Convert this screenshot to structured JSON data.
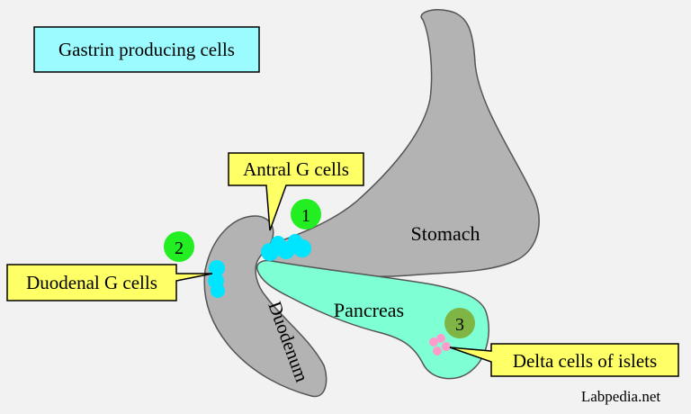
{
  "title": "Gastrin producing cells",
  "organs": {
    "stomach": "Stomach",
    "pancreas": "Pancreas",
    "duodenum": "Duodenum"
  },
  "callouts": [
    {
      "number": "1",
      "label": "Antral G cells"
    },
    {
      "number": "2",
      "label": "Duodenal G cells"
    },
    {
      "number": "3",
      "label": "Delta cells of islets"
    }
  ],
  "watermark": "Labpedia.net",
  "colors": {
    "background": "#f2f2f2",
    "organ": "#b3b3b3",
    "pancreas": "#7fffd4",
    "g_cells": "#00e5ff",
    "delta_cells": "#ff9ccc",
    "callout_box": "#ffff66",
    "title_box": "#9cfbff",
    "badge_green": "#22ee22",
    "badge_olive": "#7fb545"
  }
}
